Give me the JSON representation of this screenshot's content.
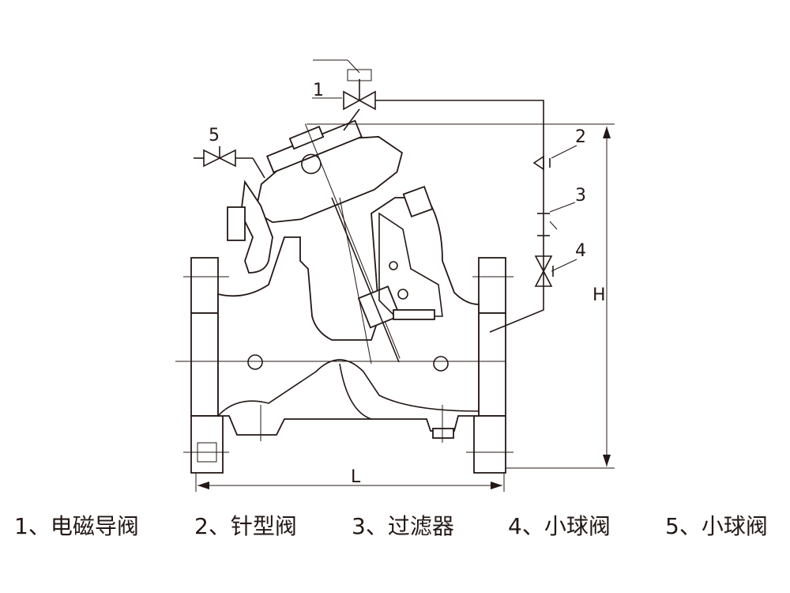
{
  "diagram": {
    "callouts": [
      "1",
      "2",
      "3",
      "4",
      "5"
    ],
    "dimensions": {
      "height": "H",
      "length": "L"
    }
  },
  "legend": [
    {
      "num": "1、",
      "name": "电磁导阀"
    },
    {
      "num": "2、",
      "name": "针型阀"
    },
    {
      "num": "3、",
      "name": "过滤器"
    },
    {
      "num": "4、",
      "name": "小球阀"
    },
    {
      "num": "5、",
      "name": "小球阀"
    }
  ],
  "colors": {
    "line": "#231815",
    "background": "#ffffff"
  }
}
